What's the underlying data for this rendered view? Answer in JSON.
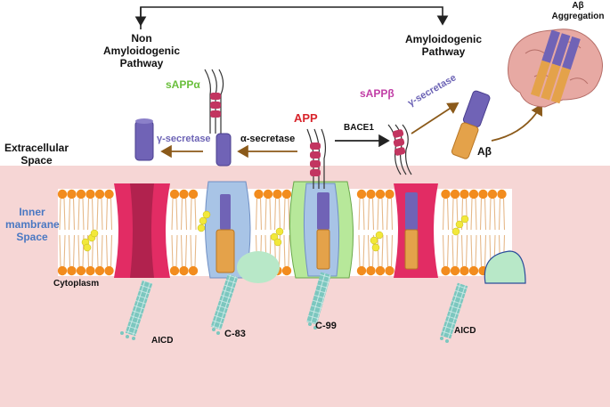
{
  "labels": {
    "non_amyloidogenic": [
      "Non",
      "Amyloidogenic",
      "Pathway"
    ],
    "amyloidogenic": [
      "Amyloidogenic",
      "Pathway"
    ],
    "ab_aggregation": [
      "Aβ",
      "Aggregation"
    ],
    "sappa": "sAPPα",
    "sappb": "sAPPβ",
    "app": "APP",
    "gamma_secretase_left": "γ-secretase",
    "alpha_secretase": "α-secretase",
    "bace1": "BACE1",
    "gamma_secretase_right": "γ-secretase",
    "ab": "Aβ",
    "extracellular": [
      "Extracellular",
      "Space"
    ],
    "inner_membrane": [
      "Inner",
      "mambrane",
      "Space"
    ],
    "cytoplasm": "Cytoplasm",
    "aicd_left": "AICD",
    "c83": "C-83",
    "c99": "C-99",
    "aicd_right": "AICD"
  },
  "colors": {
    "extracellular_bg": "#f6d6d5",
    "lipid_head": "#f28c1e",
    "lipid_tail": "#ffffff",
    "cholesterol": "#f2e83a",
    "pathway_arrow": "#222222",
    "process_arrow": "#8b5a1a",
    "app_fragment": "#7063b6",
    "cleaved_fragment": "#e4a24a",
    "bace1": "#e22c64",
    "gamma_secretase_complex": "#a8c4e6",
    "alpha_secretase_complex": "#b7e89a",
    "aicd": "#7cc7bf",
    "sappa_text": "#6abf3c",
    "sappb_text": "#c13ea6",
    "app_text": "#d8242b",
    "secretase_text": "#6c63b5",
    "inner_space_text": "#4a78c2",
    "brain": "#e7a9a3"
  }
}
